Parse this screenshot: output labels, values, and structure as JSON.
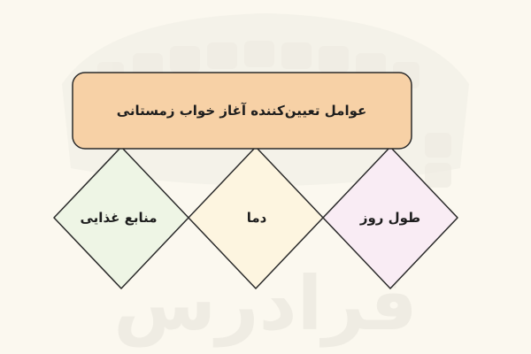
{
  "diagram": {
    "title": "عوامل تعیین‌کننده آغاز خواب زمستانی",
    "factors": [
      {
        "label": "منابع غذایی",
        "fill": "#eef5e5"
      },
      {
        "label": "دما",
        "fill": "#fdf5e0"
      },
      {
        "label": "طول روز",
        "fill": "#f9ecf4"
      }
    ]
  },
  "watermark_text": "فرادرس",
  "colors": {
    "background": "#fbf8ef",
    "title_box": "#f7d1a6",
    "stroke": "#2a2a2a",
    "watermark": "#efece3"
  }
}
